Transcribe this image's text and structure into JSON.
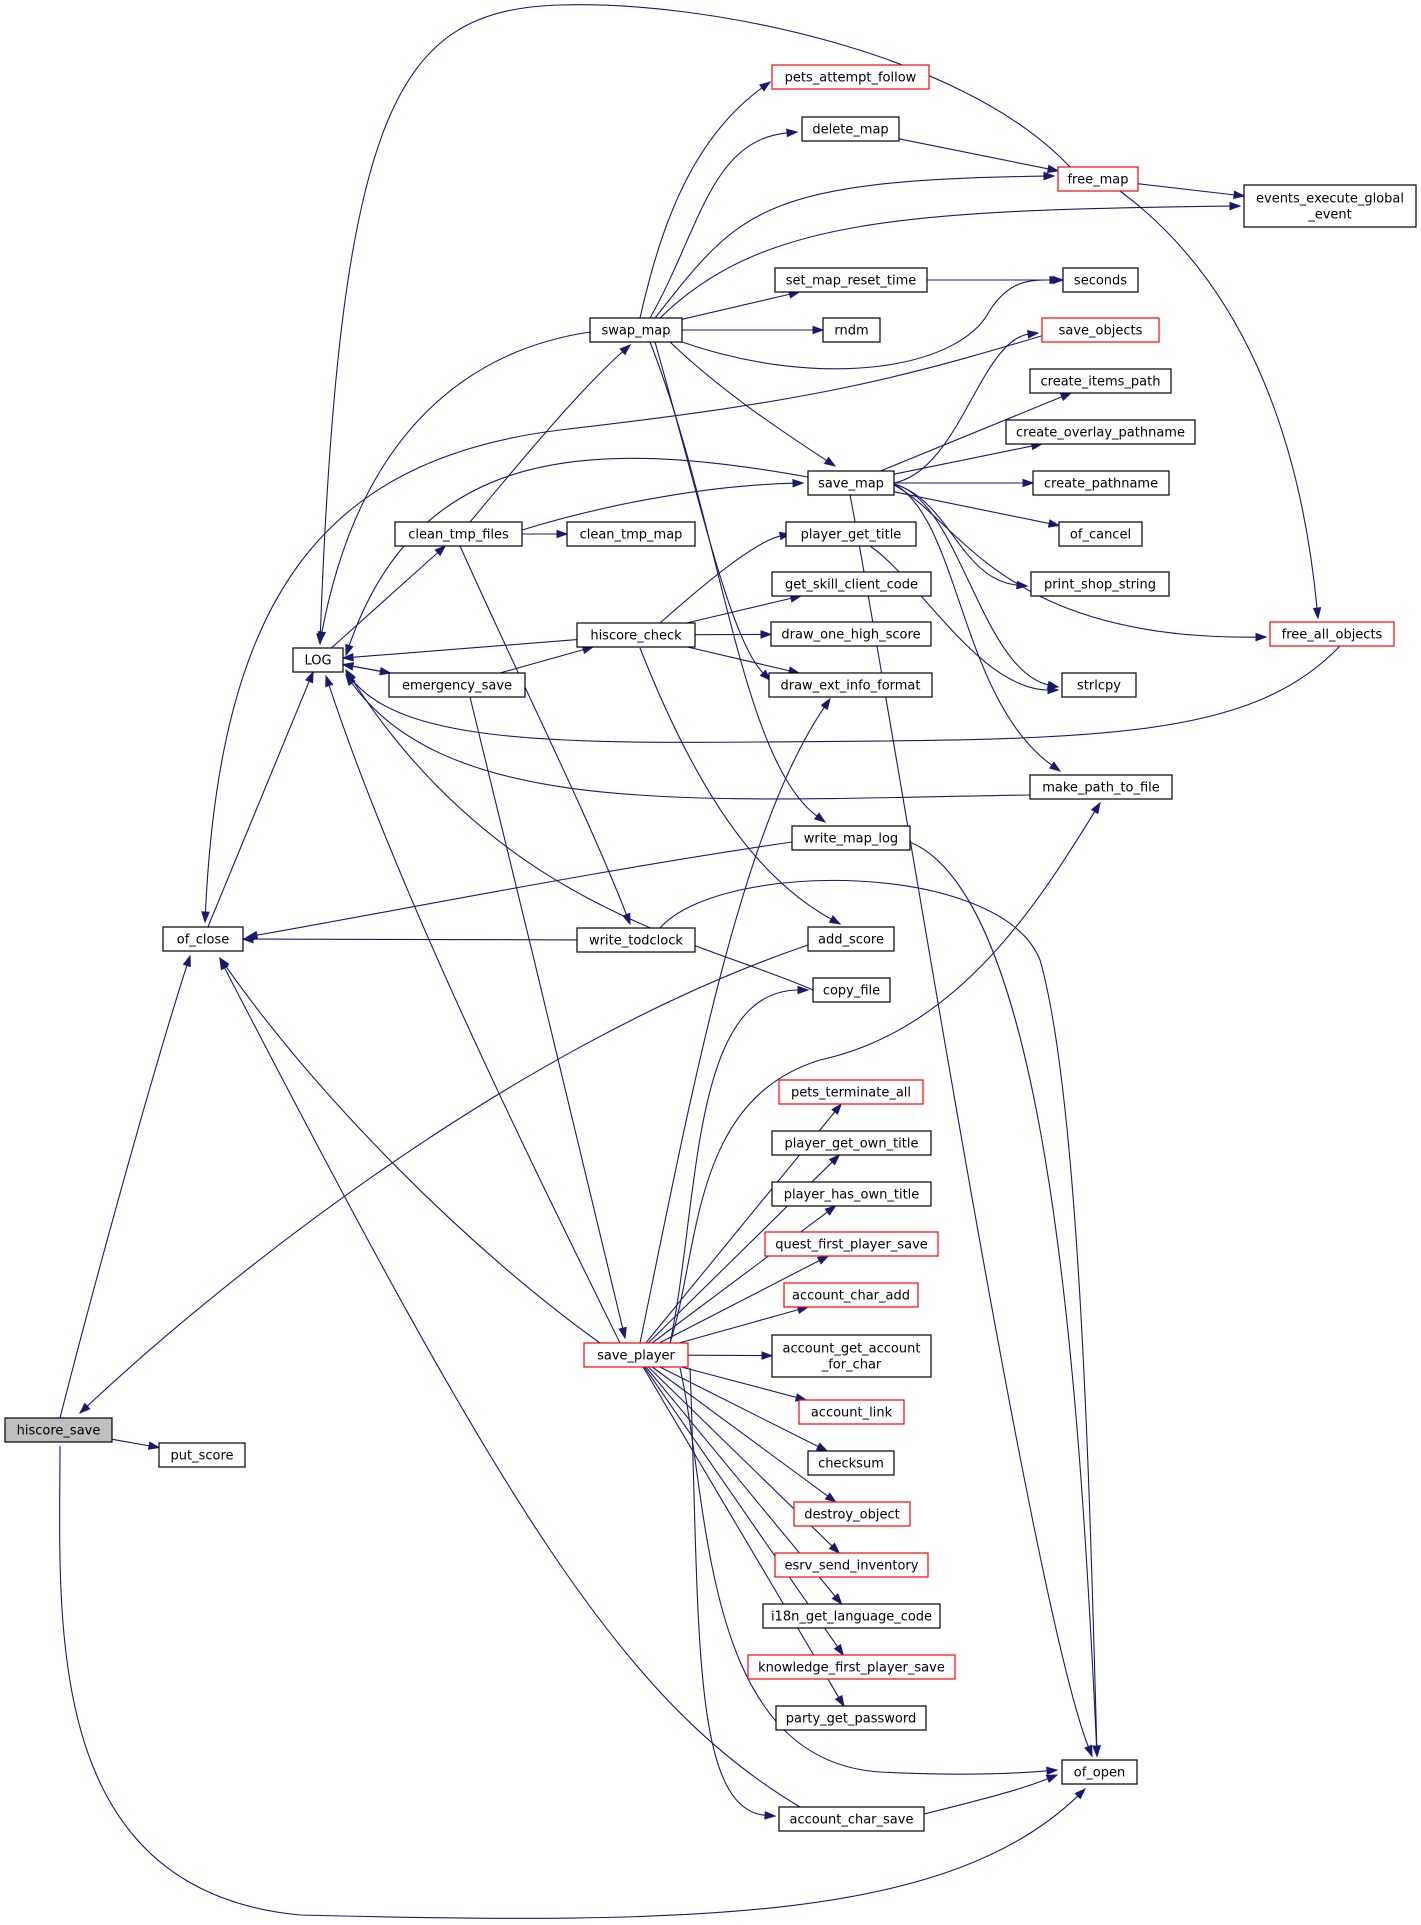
{
  "colors": {
    "edge": "#191970",
    "node_fill": "#ffffff",
    "node_border_default": "#000000",
    "node_border_truncated": "#ff0000",
    "root_fill": "#bfbfbf"
  },
  "nodes": [
    {
      "id": "hiscore_save",
      "label": "hiscore_save",
      "style": "root"
    },
    {
      "id": "of_close",
      "label": "of_close",
      "style": "normal"
    },
    {
      "id": "put_score",
      "label": "put_score",
      "style": "normal"
    },
    {
      "id": "LOG",
      "label": "LOG",
      "style": "normal"
    },
    {
      "id": "clean_tmp_files",
      "label": "clean_tmp_files",
      "style": "normal"
    },
    {
      "id": "emergency_save",
      "label": "emergency_save",
      "style": "normal"
    },
    {
      "id": "swap_map",
      "label": "swap_map",
      "style": "normal"
    },
    {
      "id": "hiscore_check",
      "label": "hiscore_check",
      "style": "normal"
    },
    {
      "id": "write_todclock",
      "label": "write_todclock",
      "style": "normal"
    },
    {
      "id": "save_player",
      "label": "save_player",
      "style": "truncated"
    },
    {
      "id": "clean_tmp_map",
      "label": "clean_tmp_map",
      "style": "normal"
    },
    {
      "id": "pets_attempt_follow",
      "label": "pets_attempt_follow",
      "style": "truncated"
    },
    {
      "id": "delete_map",
      "label": "delete_map",
      "style": "normal"
    },
    {
      "id": "set_map_reset_time",
      "label": "set_map_reset_time",
      "style": "normal"
    },
    {
      "id": "rndm",
      "label": "rndm",
      "style": "normal"
    },
    {
      "id": "save_map",
      "label": "save_map",
      "style": "normal"
    },
    {
      "id": "player_get_title",
      "label": "player_get_title",
      "style": "normal"
    },
    {
      "id": "get_skill_client_code",
      "label": "get_skill_client_code",
      "style": "normal"
    },
    {
      "id": "draw_one_high_score",
      "label": "draw_one_high_score",
      "style": "normal"
    },
    {
      "id": "draw_ext_info_format",
      "label": "draw_ext_info_format",
      "style": "normal"
    },
    {
      "id": "write_map_log",
      "label": "write_map_log",
      "style": "normal"
    },
    {
      "id": "add_score",
      "label": "add_score",
      "style": "normal"
    },
    {
      "id": "copy_file",
      "label": "copy_file",
      "style": "normal"
    },
    {
      "id": "pets_terminate_all",
      "label": "pets_terminate_all",
      "style": "truncated"
    },
    {
      "id": "player_get_own_title",
      "label": "player_get_own_title",
      "style": "normal"
    },
    {
      "id": "player_has_own_title",
      "label": "player_has_own_title",
      "style": "normal"
    },
    {
      "id": "quest_first_player_save",
      "label": "quest_first_player_save",
      "style": "truncated"
    },
    {
      "id": "account_char_add",
      "label": "account_char_add",
      "style": "truncated"
    },
    {
      "id": "account_get_account_for_char",
      "label": "account_get_account\n_for_char",
      "style": "normal"
    },
    {
      "id": "account_link",
      "label": "account_link",
      "style": "truncated"
    },
    {
      "id": "checksum",
      "label": "checksum",
      "style": "normal"
    },
    {
      "id": "destroy_object",
      "label": "destroy_object",
      "style": "truncated"
    },
    {
      "id": "esrv_send_inventory",
      "label": "esrv_send_inventory",
      "style": "truncated"
    },
    {
      "id": "i18n_get_language_code",
      "label": "i18n_get_language_code",
      "style": "normal"
    },
    {
      "id": "knowledge_first_player_save",
      "label": "knowledge_first_player_save",
      "style": "truncated"
    },
    {
      "id": "party_get_password",
      "label": "party_get_password",
      "style": "normal"
    },
    {
      "id": "account_char_save",
      "label": "account_char_save",
      "style": "normal"
    },
    {
      "id": "free_map",
      "label": "free_map",
      "style": "truncated"
    },
    {
      "id": "events_execute_global_event",
      "label": "events_execute_global\n_event",
      "style": "normal"
    },
    {
      "id": "seconds",
      "label": "seconds",
      "style": "normal"
    },
    {
      "id": "save_objects",
      "label": "save_objects",
      "style": "truncated"
    },
    {
      "id": "create_items_path",
      "label": "create_items_path",
      "style": "normal"
    },
    {
      "id": "create_overlay_pathname",
      "label": "create_overlay_pathname",
      "style": "normal"
    },
    {
      "id": "create_pathname",
      "label": "create_pathname",
      "style": "normal"
    },
    {
      "id": "of_cancel",
      "label": "of_cancel",
      "style": "normal"
    },
    {
      "id": "print_shop_string",
      "label": "print_shop_string",
      "style": "normal"
    },
    {
      "id": "free_all_objects",
      "label": "free_all_objects",
      "style": "truncated"
    },
    {
      "id": "strlcpy",
      "label": "strlcpy",
      "style": "normal"
    },
    {
      "id": "make_path_to_file",
      "label": "make_path_to_file",
      "style": "normal"
    },
    {
      "id": "of_open",
      "label": "of_open",
      "style": "normal"
    }
  ],
  "edges": [
    {
      "from": "hiscore_save",
      "to": "of_close"
    },
    {
      "from": "hiscore_save",
      "to": "put_score"
    },
    {
      "from": "hiscore_save",
      "to": "of_open"
    },
    {
      "from": "of_close",
      "to": "LOG"
    },
    {
      "from": "LOG",
      "to": "clean_tmp_files"
    },
    {
      "from": "LOG",
      "to": "emergency_save"
    },
    {
      "from": "clean_tmp_files",
      "to": "swap_map"
    },
    {
      "from": "clean_tmp_files",
      "to": "clean_tmp_map"
    },
    {
      "from": "clean_tmp_files",
      "to": "save_map"
    },
    {
      "from": "clean_tmp_files",
      "to": "write_todclock"
    },
    {
      "from": "emergency_save",
      "to": "LOG"
    },
    {
      "from": "emergency_save",
      "to": "hiscore_check"
    },
    {
      "from": "emergency_save",
      "to": "save_player"
    },
    {
      "from": "swap_map",
      "to": "LOG"
    },
    {
      "from": "swap_map",
      "to": "pets_attempt_follow"
    },
    {
      "from": "swap_map",
      "to": "delete_map"
    },
    {
      "from": "swap_map",
      "to": "free_map"
    },
    {
      "from": "swap_map",
      "to": "events_execute_global_event"
    },
    {
      "from": "swap_map",
      "to": "set_map_reset_time"
    },
    {
      "from": "swap_map",
      "to": "rndm"
    },
    {
      "from": "swap_map",
      "to": "seconds"
    },
    {
      "from": "swap_map",
      "to": "save_map"
    },
    {
      "from": "swap_map",
      "to": "draw_ext_info_format"
    },
    {
      "from": "swap_map",
      "to": "write_map_log"
    },
    {
      "from": "hiscore_check",
      "to": "LOG"
    },
    {
      "from": "hiscore_check",
      "to": "player_get_title"
    },
    {
      "from": "hiscore_check",
      "to": "get_skill_client_code"
    },
    {
      "from": "hiscore_check",
      "to": "draw_one_high_score"
    },
    {
      "from": "hiscore_check",
      "to": "draw_ext_info_format"
    },
    {
      "from": "hiscore_check",
      "to": "add_score"
    },
    {
      "from": "write_todclock",
      "to": "of_close"
    },
    {
      "from": "write_todclock",
      "to": "of_open"
    },
    {
      "from": "save_player",
      "to": "LOG"
    },
    {
      "from": "save_player",
      "to": "of_close"
    },
    {
      "from": "save_player",
      "to": "draw_ext_info_format"
    },
    {
      "from": "save_player",
      "to": "copy_file"
    },
    {
      "from": "save_player",
      "to": "make_path_to_file"
    },
    {
      "from": "save_player",
      "to": "pets_terminate_all"
    },
    {
      "from": "save_player",
      "to": "player_get_own_title"
    },
    {
      "from": "save_player",
      "to": "player_has_own_title"
    },
    {
      "from": "save_player",
      "to": "quest_first_player_save"
    },
    {
      "from": "save_player",
      "to": "account_char_add"
    },
    {
      "from": "save_player",
      "to": "account_get_account_for_char"
    },
    {
      "from": "save_player",
      "to": "account_link"
    },
    {
      "from": "save_player",
      "to": "checksum"
    },
    {
      "from": "save_player",
      "to": "destroy_object"
    },
    {
      "from": "save_player",
      "to": "esrv_send_inventory"
    },
    {
      "from": "save_player",
      "to": "i18n_get_language_code"
    },
    {
      "from": "save_player",
      "to": "knowledge_first_player_save"
    },
    {
      "from": "save_player",
      "to": "party_get_password"
    },
    {
      "from": "save_player",
      "to": "of_open"
    },
    {
      "from": "save_player",
      "to": "account_char_save"
    },
    {
      "from": "delete_map",
      "to": "free_map"
    },
    {
      "from": "free_map",
      "to": "LOG"
    },
    {
      "from": "free_map",
      "to": "events_execute_global_event"
    },
    {
      "from": "free_map",
      "to": "free_all_objects"
    },
    {
      "from": "set_map_reset_time",
      "to": "seconds"
    },
    {
      "from": "save_map",
      "to": "LOG"
    },
    {
      "from": "save_map",
      "to": "save_objects"
    },
    {
      "from": "save_map",
      "to": "create_items_path"
    },
    {
      "from": "save_map",
      "to": "create_overlay_pathname"
    },
    {
      "from": "save_map",
      "to": "create_pathname"
    },
    {
      "from": "save_map",
      "to": "of_cancel"
    },
    {
      "from": "save_map",
      "to": "print_shop_string"
    },
    {
      "from": "save_map",
      "to": "free_all_objects"
    },
    {
      "from": "save_map",
      "to": "strlcpy"
    },
    {
      "from": "save_map",
      "to": "make_path_to_file"
    },
    {
      "from": "save_map",
      "to": "of_open"
    },
    {
      "from": "save_objects",
      "to": "of_close"
    },
    {
      "from": "player_get_title",
      "to": "strlcpy"
    },
    {
      "from": "free_all_objects",
      "to": "LOG"
    },
    {
      "from": "make_path_to_file",
      "to": "LOG"
    },
    {
      "from": "write_map_log",
      "to": "of_close"
    },
    {
      "from": "write_map_log",
      "to": "of_open"
    },
    {
      "from": "add_score",
      "to": "hiscore_save"
    },
    {
      "from": "copy_file",
      "to": "LOG"
    },
    {
      "from": "account_char_save",
      "to": "of_close"
    },
    {
      "from": "account_char_save",
      "to": "of_open"
    }
  ]
}
